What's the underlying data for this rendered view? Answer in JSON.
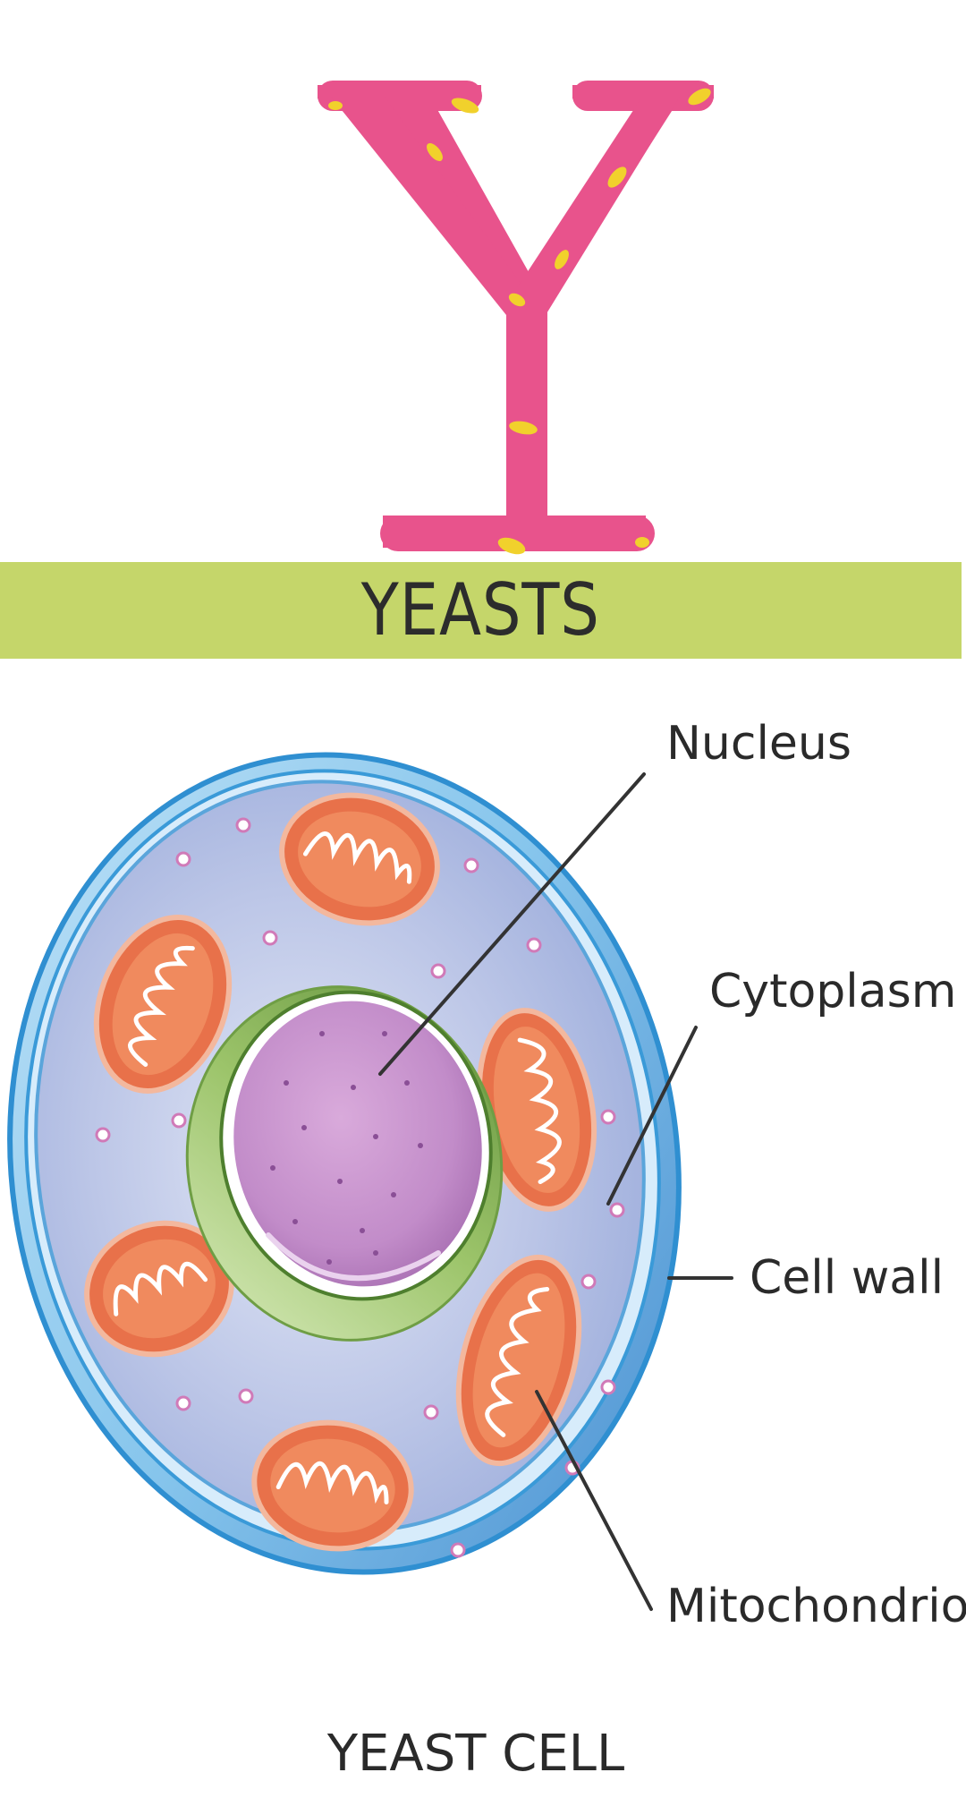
{
  "letter": {
    "text": "Y",
    "color": "#e8538c",
    "speckle_color": "#f1d12c"
  },
  "banner": {
    "title": "YEASTS",
    "background": "#c5d66a",
    "text_color": "#2c2c2c"
  },
  "diagram": {
    "labels": {
      "nucleus": "Nucleus",
      "cytoplasm": "Cytoplasm",
      "cell_wall": "Cell wall",
      "mitochondrion": "Mitochondrion"
    },
    "caption": "YEAST CELL",
    "colors": {
      "cell_wall": "#4aa6dd",
      "cytoplasm": "#b3bfe3",
      "nucleus": "#c28cc9",
      "nuclear_envelope": "#8eb85a",
      "mitochondrion": "#e8714a",
      "vesicle": "#d07ab8",
      "leader_line": "#333333"
    }
  }
}
